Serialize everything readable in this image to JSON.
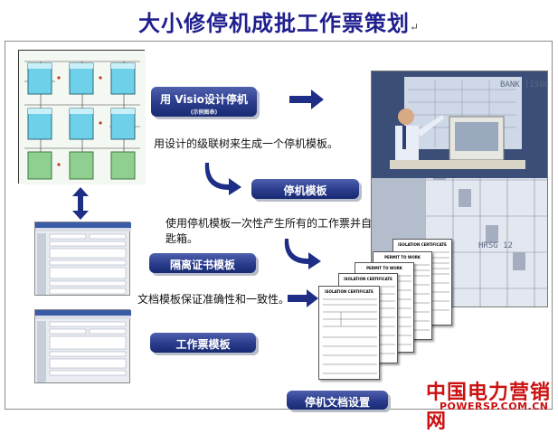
{
  "title": "大小修停机成批工作票策划",
  "title_mark": "↵",
  "steps": {
    "visio": {
      "label": "用 Visio设计停机",
      "sublabel": "(示例图表)"
    },
    "visio_desc": "用设计的级联树来生成一个停机模板。",
    "template": {
      "label": "停机模板"
    },
    "template_desc": "使用停机模板一次性产生所有的工作票并自动分配钥匙箱。",
    "isolation": {
      "label": "隔离证书模板"
    },
    "docs_desc": "文档模板保证准确性和一致性。",
    "workticket": {
      "label": "工作票模板"
    },
    "outage_docs": {
      "label": "停机文档设置"
    }
  },
  "photo": {
    "bg_text_1": "BANK (ISOLA",
    "bg_text_2": "HRSG 12"
  },
  "documents": [
    {
      "heading": "ISOLATION CERTIFICATE"
    },
    {
      "heading": "ISOLATION CERTIFICATE"
    },
    {
      "heading": "PERMIT TO WORK"
    },
    {
      "heading": "PERMIT TO WORK"
    },
    {
      "heading": "ISOLATION CERTIFICATE"
    }
  ],
  "watermark": {
    "main": "中国电力营销网",
    "sub": "POWERSP.COM.CN"
  },
  "colors": {
    "title": "#1f1f8f",
    "pill": "#2a3b8c",
    "arrow": "#1e2e86",
    "watermark": "#cc1111"
  }
}
